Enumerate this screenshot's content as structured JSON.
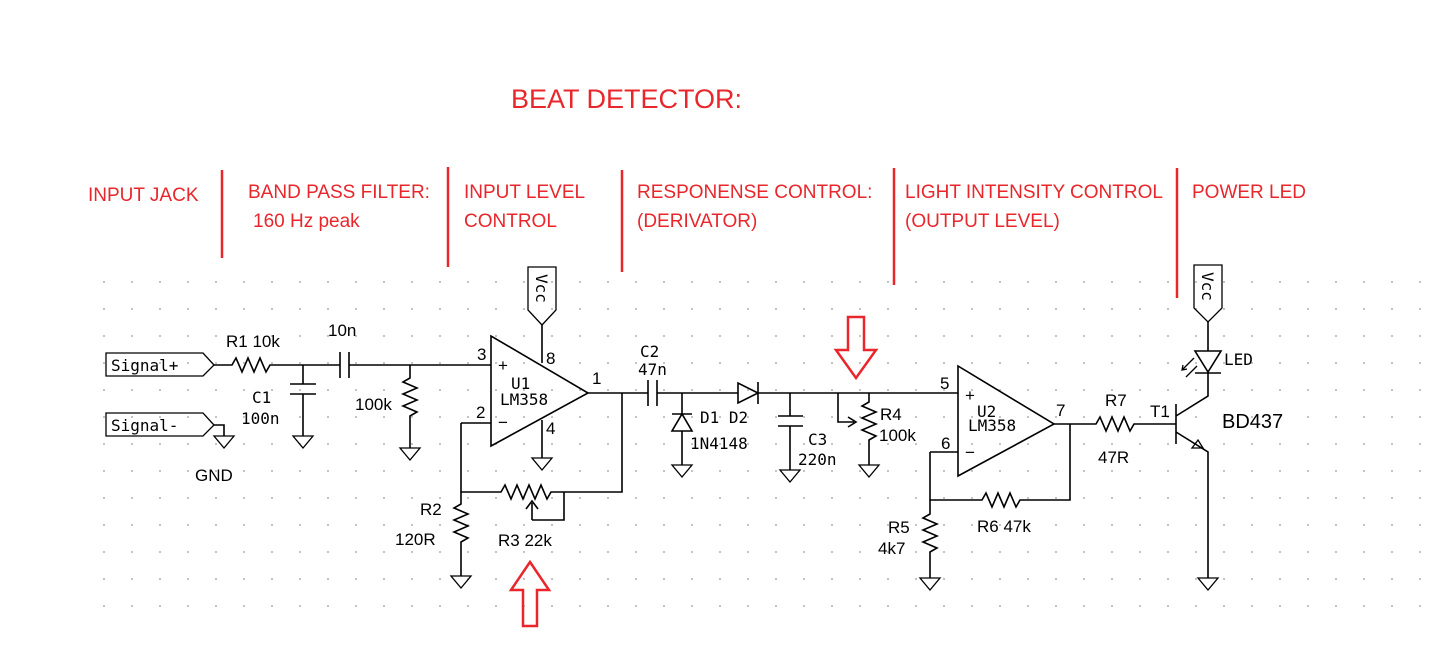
{
  "title": "BEAT DETECTOR:",
  "sections": [
    {
      "line1": "INPUT JACK",
      "line2": ""
    },
    {
      "line1": "BAND PASS FILTER:",
      "line2": "160 Hz peak"
    },
    {
      "line1": "INPUT LEVEL",
      "line2": "CONTROL"
    },
    {
      "line1": "RESPONENSE CONTROL:",
      "line2": "(DERIVATOR)"
    },
    {
      "line1": "LIGHT INTENSITY CONTROL",
      "line2": "(OUTPUT LEVEL)"
    },
    {
      "line1": "POWER LED",
      "line2": ""
    }
  ],
  "connectors": {
    "signal_plus": "Signal+",
    "signal_minus": "Signal-",
    "gnd": "GND"
  },
  "components": {
    "r1": "R1 10k",
    "c1_name": "C1",
    "c1_value": "100n",
    "cap_10n": "10n",
    "r_100k": "100k",
    "u1_name": "U1",
    "u1_part": "LM358",
    "u1_pin3": "3",
    "u1_pin2": "2",
    "u1_pin8": "8",
    "u1_pin4": "4",
    "u1_pin1": "1",
    "plus": "+",
    "minus": "−",
    "vcc": "Vcc",
    "r2_name": "R2",
    "r2_value": "120R",
    "r3": "R3 22k",
    "c2_name": "C2",
    "c2_value": "47n",
    "d1_d2": "D1 D2",
    "diode_part": "1N4148",
    "c3_name": "C3",
    "c3_value": "220n",
    "r4_name": "R4",
    "r4_value": "100k",
    "u2_name": "U2",
    "u2_part": "LM358",
    "u2_pin5": "5",
    "u2_pin6": "6",
    "u2_pin7": "7",
    "r5_name": "R5",
    "r5_value": "4k7",
    "r6": "R6 47k",
    "r7_name": "R7",
    "r7_value": "47R",
    "t1": "T1",
    "t1_part": "BD437",
    "led": "LED"
  },
  "colors": {
    "annotation": "#e8262b",
    "ink": "#000000",
    "grid_dot": "#9a9a9a"
  },
  "icons": [
    "ground-icon",
    "vcc-flag-icon",
    "adjust-arrow-icon"
  ]
}
